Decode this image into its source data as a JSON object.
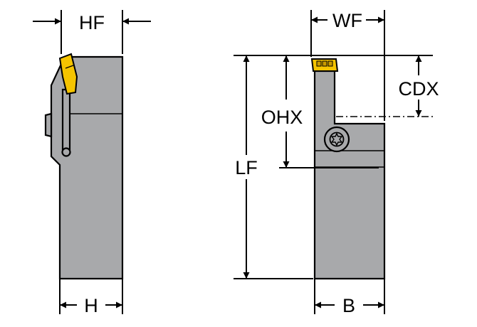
{
  "labels": {
    "hf": "HF",
    "h": "H",
    "wf": "WF",
    "cdx": "CDX",
    "ohx": "OHX",
    "lf": "LF",
    "b": "B"
  },
  "colors": {
    "tool_body": "#a8a9ab",
    "insert": "#f5c400",
    "outline": "#000000",
    "background": "#ffffff"
  }
}
